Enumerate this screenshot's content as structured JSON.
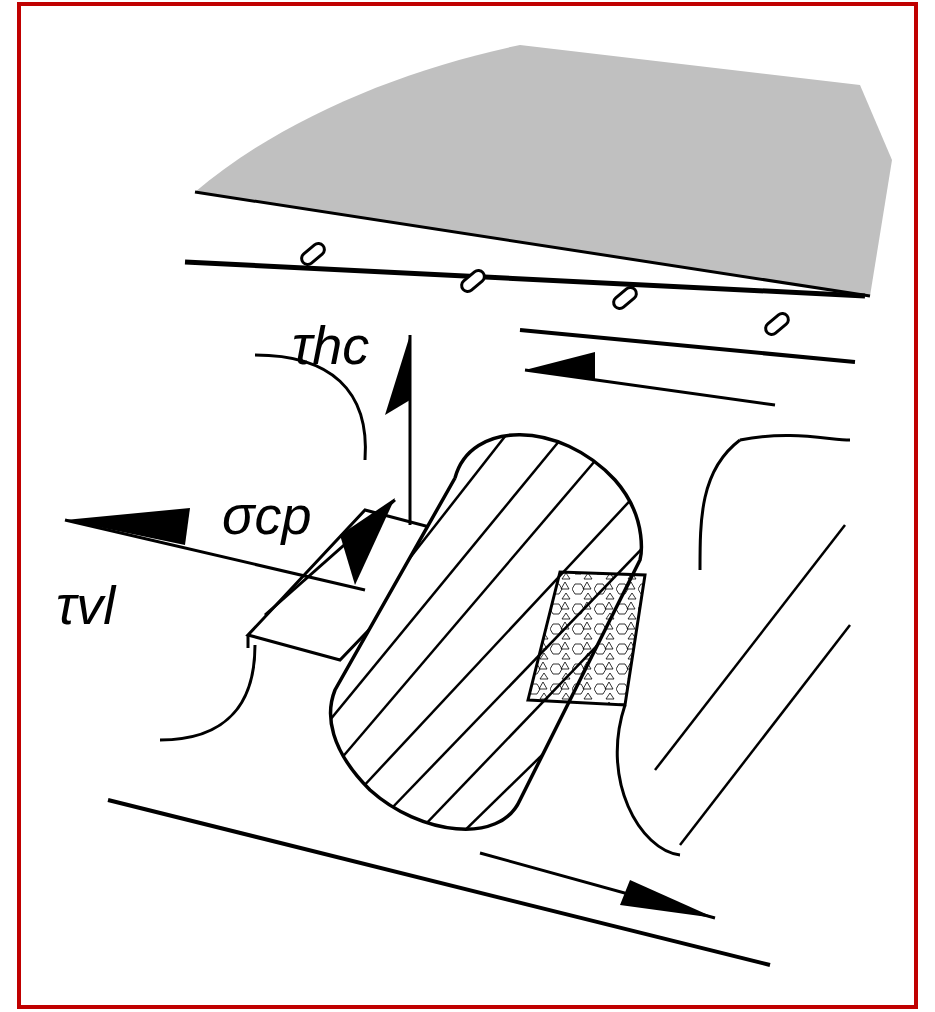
{
  "diagram": {
    "labels": [
      "τhc",
      "σcp",
      "τvl"
    ]
  }
}
